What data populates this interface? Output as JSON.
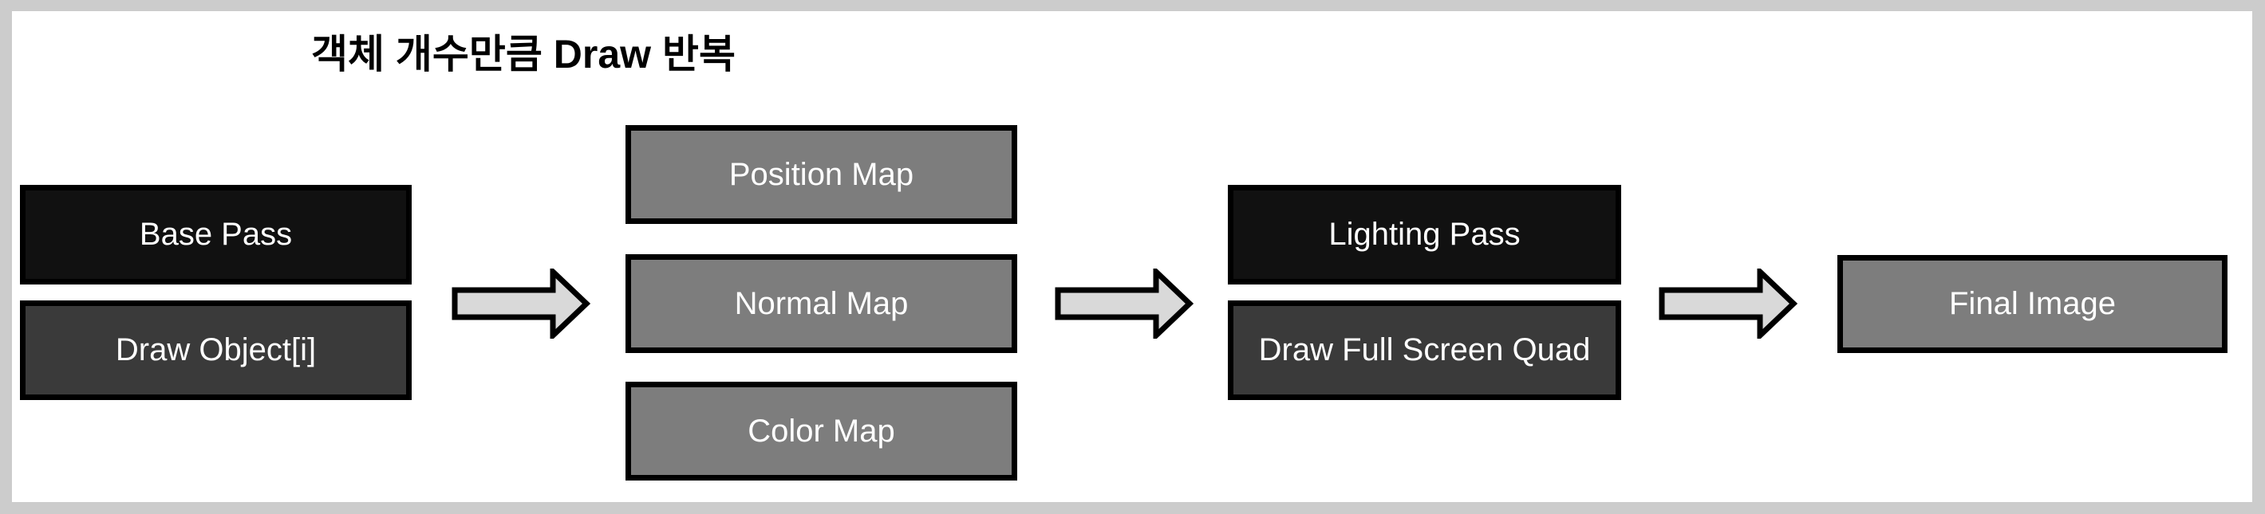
{
  "title": "객체 개수만큼 Draw 반복",
  "pipeline": {
    "base_pass": {
      "label": "Base Pass"
    },
    "draw_object": {
      "label": "Draw Object[i]"
    },
    "gbuffer": {
      "position_map": "Position Map",
      "normal_map": "Normal Map",
      "color_map": "Color Map"
    },
    "lighting_pass": {
      "label": "Lighting Pass"
    },
    "draw_full_screen_quad": {
      "label": "Draw Full Screen Quad"
    },
    "final_image": {
      "label": "Final Image"
    }
  },
  "icons": {
    "flow_arrow": "right-block-arrow"
  },
  "colors": {
    "frame_border": "#cccccc",
    "canvas_background": "#ffffff",
    "pass_box_fill": "#111111",
    "draw_box_fill": "#3a3a3a",
    "map_box_fill": "#7d7d7d",
    "box_border": "#000000",
    "arrow_fill": "#d9d9d9",
    "arrow_stroke": "#000000",
    "box_text": "#ffffff",
    "title_text": "#000000"
  }
}
